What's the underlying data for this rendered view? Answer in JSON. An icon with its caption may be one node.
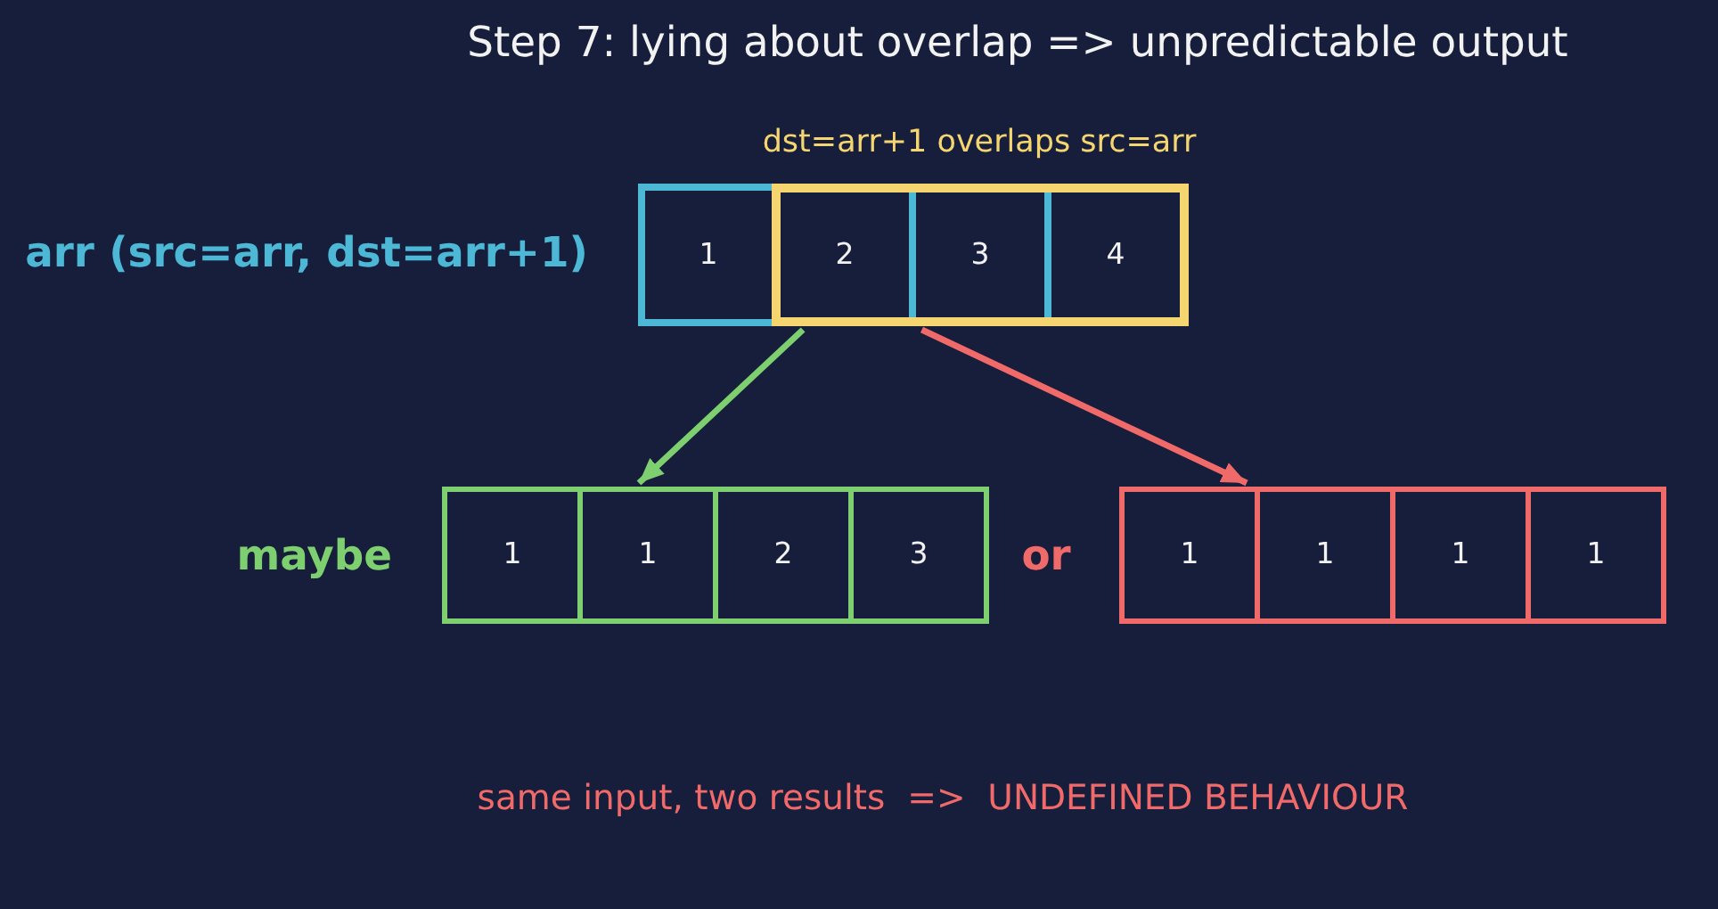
{
  "diagram": {
    "title": "Step 7: lying about overlap => unpredictable output",
    "nodes": [
      {
        "text": [],
        "shape": "box",
        "beside": [
          "arr (src=arr, dst=arr+1)"
        ]
      },
      {
        "text": [
          "1"
        ],
        "in": 0
      },
      {
        "text": [],
        "shape": "box",
        "in": 0,
        "beside": [
          "dst=arr+1 overlaps src=arr"
        ]
      },
      {
        "text": [
          "2"
        ],
        "in": 2
      },
      {
        "text": [
          "3"
        ],
        "in": 2
      },
      {
        "text": [
          "4"
        ],
        "in": 2
      },
      {
        "text": [],
        "shape": "box",
        "beside": [
          "maybe"
        ]
      },
      {
        "text": [
          "1"
        ],
        "in": 6
      },
      {
        "text": [
          "1"
        ],
        "in": 6
      },
      {
        "text": [
          "2"
        ],
        "in": 6
      },
      {
        "text": [
          "3"
        ],
        "in": 6
      },
      {
        "text": [],
        "shape": "box"
      },
      {
        "text": [
          "1"
        ],
        "in": 11
      },
      {
        "text": [
          "1"
        ],
        "in": 11
      },
      {
        "text": [
          "1"
        ],
        "in": 11
      },
      {
        "text": [
          "1"
        ],
        "in": 11
      }
    ],
    "edges": [
      {
        "from": 2,
        "to": 6,
        "arrow": "to",
        "color": "#7ecf6f"
      },
      {
        "from": 2,
        "to": 11,
        "arrow": "to",
        "color": "#f06a6a"
      }
    ],
    "labels": [
      "or",
      "same input, two results  =>  UNDEFINED BEHAVIOUR"
    ]
  }
}
